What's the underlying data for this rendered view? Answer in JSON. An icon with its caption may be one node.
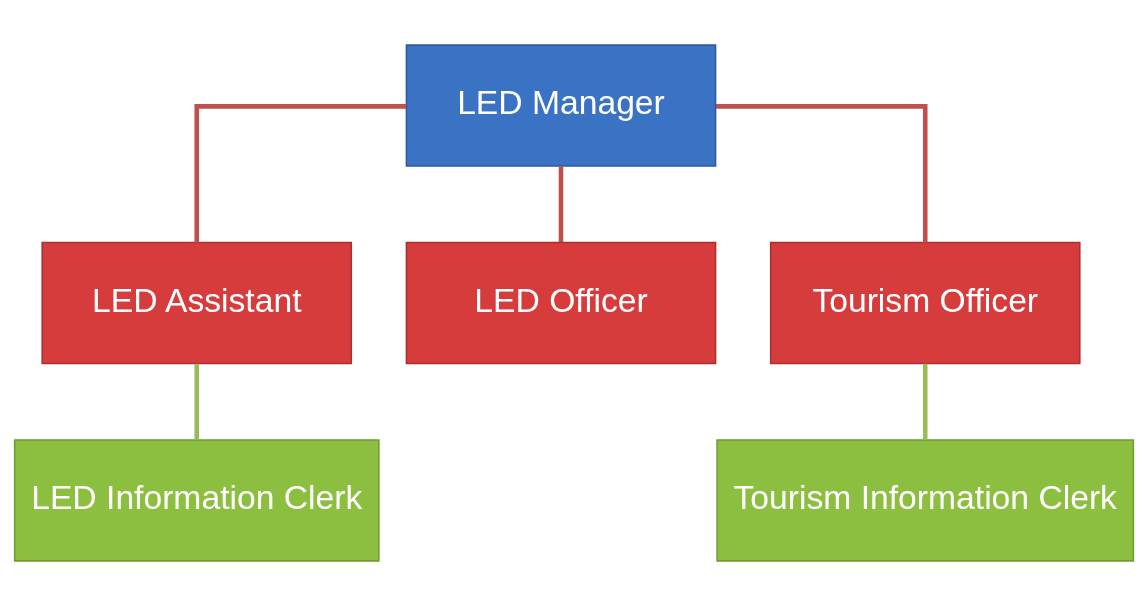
{
  "diagram": {
    "nodes": [
      {
        "text": [
          "LED Manager"
        ]
      },
      {
        "text": [
          "LED Assistant"
        ]
      },
      {
        "text": [
          "LED Officer"
        ]
      },
      {
        "text": [
          "Tourism Officer"
        ]
      },
      {
        "text": [
          "LED Information Clerk"
        ]
      },
      {
        "text": [
          "Tourism Information Clerk"
        ]
      }
    ],
    "edges": [
      {
        "from": 0,
        "to": 1,
        "arrow": "none"
      },
      {
        "from": 0,
        "to": 2,
        "arrow": "none"
      },
      {
        "from": 0,
        "to": 3,
        "arrow": "none"
      },
      {
        "from": 1,
        "to": 4,
        "arrow": "none",
        "color": "#9bbb59"
      },
      {
        "from": 3,
        "to": 5,
        "arrow": "none",
        "color": "#9bbb59"
      }
    ]
  }
}
